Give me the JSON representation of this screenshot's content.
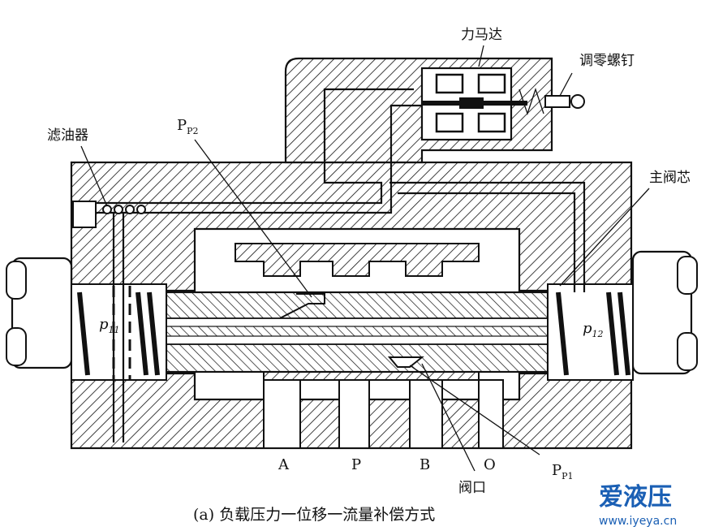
{
  "labels": {
    "torque_motor": "力马达",
    "zero_screw": "调零螺钉",
    "filter": "滤油器",
    "main_spool": "主阀芯",
    "orifice": "阀口"
  },
  "pressure_labels": {
    "pp2": {
      "main": "P",
      "sub": "P2"
    },
    "pp1": {
      "main": "P",
      "sub": "P1"
    },
    "p11": {
      "main": "p",
      "sub": "11"
    },
    "p12": {
      "main": "p",
      "sub": "12"
    }
  },
  "ports": [
    "A",
    "P",
    "B",
    "O"
  ],
  "caption": "(a) 负载压力一位移一流量补偿方式",
  "watermark": {
    "brand": "爱液压",
    "url": "www.iyeya.cn",
    "brand_color": "#1a5fb4",
    "url_color": "#1a5fb4"
  }
}
